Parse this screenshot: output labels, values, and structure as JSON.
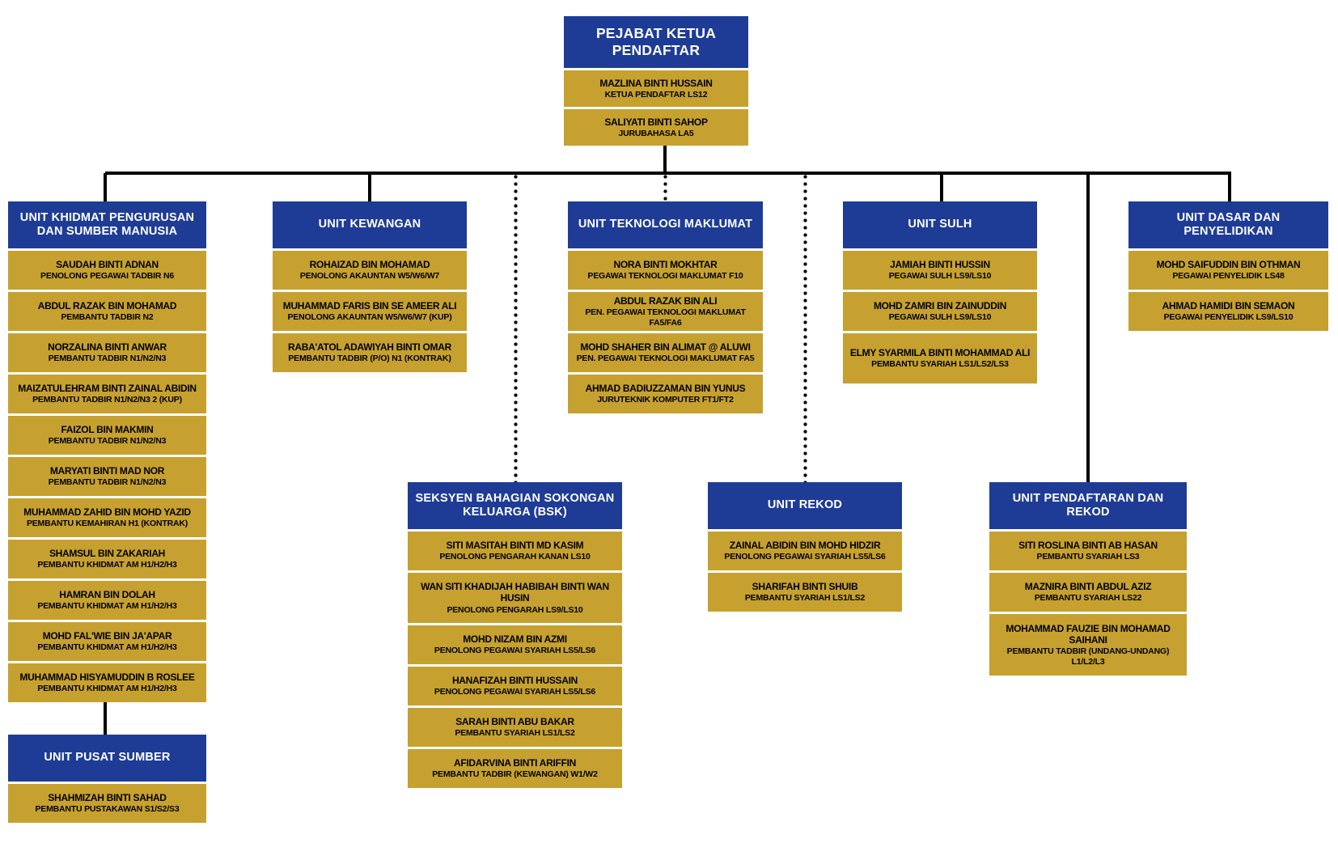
{
  "palette": {
    "header_bg": "#1e3c96",
    "member_bg": "#c6a12f",
    "header_text": "#ffffff",
    "member_text": "#000000",
    "line_color": "#000000"
  },
  "root": {
    "title": "PEJABAT KETUA PENDAFTAR",
    "members": [
      {
        "name": "MAZLINA BINTI HUSSAIN",
        "role": "KETUA PENDAFTAR LS12"
      },
      {
        "name": "SALIYATI BINTI SAHOP",
        "role": "JURUBAHASA LA5"
      }
    ]
  },
  "units": [
    {
      "title": "UNIT KHIDMAT PENGURUSAN DAN SUMBER MANUSIA",
      "members": [
        {
          "name": "SAUDAH BINTI ADNAN",
          "role": "PENOLONG PEGAWAI TADBIR N6"
        },
        {
          "name": "ABDUL RAZAK BIN MOHAMAD",
          "role": "PEMBANTU TADBIR N2"
        },
        {
          "name": "NORZALINA BINTI ANWAR",
          "role": "PEMBANTU TADBIR N1/N2/N3"
        },
        {
          "name": "MAIZATULEHRAM BINTI ZAINAL ABIDIN",
          "role": "PEMBANTU TADBIR N1/N2/N3 2 (KUP)"
        },
        {
          "name": "FAIZOL BIN MAKMIN",
          "role": "PEMBANTU TADBIR N1/N2/N3"
        },
        {
          "name": "MARYATI BINTI MAD NOR",
          "role": "PEMBANTU TADBIR N1/N2/N3"
        },
        {
          "name": "MUHAMMAD ZAHID BIN MOHD YAZID",
          "role": "PEMBANTU KEMAHIRAN H1 (KONTRAK)"
        },
        {
          "name": "SHAMSUL BIN ZAKARIAH",
          "role": "PEMBANTU KHIDMAT AM H1/H2/H3"
        },
        {
          "name": "HAMRAN BIN DOLAH",
          "role": "PEMBANTU KHIDMAT AM H1/H2/H3"
        },
        {
          "name": "MOHD FAL'WIE BIN JA'APAR",
          "role": "PEMBANTU KHIDMAT AM H1/H2/H3"
        },
        {
          "name": "MUHAMMAD HISYAMUDDIN B ROSLEE",
          "role": "PEMBANTU KHIDMAT AM H1/H2/H3"
        }
      ]
    },
    {
      "title": "UNIT PUSAT SUMBER",
      "members": [
        {
          "name": "SHAHMIZAH BINTI SAHAD",
          "role": "PEMBANTU PUSTAKAWAN S1/S2/S3"
        }
      ]
    },
    {
      "title": "UNIT KEWANGAN",
      "members": [
        {
          "name": "ROHAIZAD BIN MOHAMAD",
          "role": "PENOLONG AKAUNTAN W5/W6/W7"
        },
        {
          "name": "MUHAMMAD FARIS BIN SE AMEER ALI",
          "role": "PENOLONG AKAUNTAN W5/W6/W7 (KUP)"
        },
        {
          "name": "RABA'ATOL ADAWIYAH BINTI OMAR",
          "role": "PEMBANTU TADBIR (P/O) N1 (KONTRAK)"
        }
      ]
    },
    {
      "title": "SEKSYEN BAHAGIAN SOKONGAN KELUARGA (BSK)",
      "members": [
        {
          "name": "SITI MASITAH BINTI MD KASIM",
          "role": "PENOLONG PENGARAH KANAN LS10"
        },
        {
          "name": "WAN SITI KHADIJAH HABIBAH BINTI WAN HUSIN",
          "role": "PENOLONG PENGARAH LS9/LS10"
        },
        {
          "name": "MOHD NIZAM BIN AZMI",
          "role": "PENOLONG PEGAWAI SYARIAH LS5/LS6"
        },
        {
          "name": "HANAFIZAH BINTI HUSSAIN",
          "role": "PENOLONG PEGAWAI SYARIAH LS5/LS6"
        },
        {
          "name": "SARAH BINTI ABU BAKAR",
          "role": "PEMBANTU SYARIAH LS1/LS2"
        },
        {
          "name": "AFIDARVINA BINTI ARIFFIN",
          "role": "PEMBANTU TADBIR (KEWANGAN) W1/W2"
        }
      ]
    },
    {
      "title": "UNIT TEKNOLOGI MAKLUMAT",
      "members": [
        {
          "name": "NORA BINTI MOKHTAR",
          "role": "PEGAWAI TEKNOLOGI MAKLUMAT F10"
        },
        {
          "name": "ABDUL RAZAK BIN ALI",
          "role": "PEN. PEGAWAI TEKNOLOGI MAKLUMAT FA5/FA6"
        },
        {
          "name": "MOHD SHAHER BIN ALIMAT @ ALUWI",
          "role": "PEN. PEGAWAI TEKNOLOGI MAKLUMAT FA5"
        },
        {
          "name": "AHMAD BADIUZZAMAN BIN YUNUS",
          "role": "JURUTEKNIK KOMPUTER FT1/FT2"
        }
      ]
    },
    {
      "title": "UNIT REKOD",
      "members": [
        {
          "name": "ZAINAL ABIDIN BIN MOHD HIDZIR",
          "role": "PENOLONG PEGAWAI SYARIAH LS5/LS6"
        },
        {
          "name": "SHARIFAH BINTI SHUIB",
          "role": "PEMBANTU SYARIAH LS1/LS2"
        }
      ]
    },
    {
      "title": "UNIT SULH",
      "members": [
        {
          "name": "JAMIAH BINTI HUSSIN",
          "role": "PEGAWAI SULH LS9/LS10"
        },
        {
          "name": "MOHD ZAMRI BIN ZAINUDDIN",
          "role": "PEGAWAI SULH LS9/LS10"
        },
        {
          "name": "ELMY SYARMILA BINTI MOHAMMAD ALI",
          "role": "PEMBANTU SYARIAH LS1/LS2/LS3"
        }
      ]
    },
    {
      "title": "UNIT PENDAFTARAN DAN REKOD",
      "members": [
        {
          "name": "SITI ROSLINA BINTI AB HASAN",
          "role": "PEMBANTU SYARIAH LS3"
        },
        {
          "name": "MAZNIRA BINTI ABDUL AZIZ",
          "role": "PEMBANTU SYARIAH LS22"
        },
        {
          "name": "MOHAMMAD FAUZIE BIN MOHAMAD SAIHANI",
          "role": "PEMBANTU TADBIR (UNDANG-UNDANG) L1/L2/L3"
        }
      ]
    },
    {
      "title": "UNIT DASAR DAN PENYELIDIKAN",
      "members": [
        {
          "name": "MOHD SAIFUDDIN BIN OTHMAN",
          "role": "PEGAWAI PENYELIDIK LS48"
        },
        {
          "name": "AHMAD HAMIDI BIN SEMAON",
          "role": "PEGAWAI PENYELIDIK LS9/LS10"
        }
      ]
    }
  ]
}
